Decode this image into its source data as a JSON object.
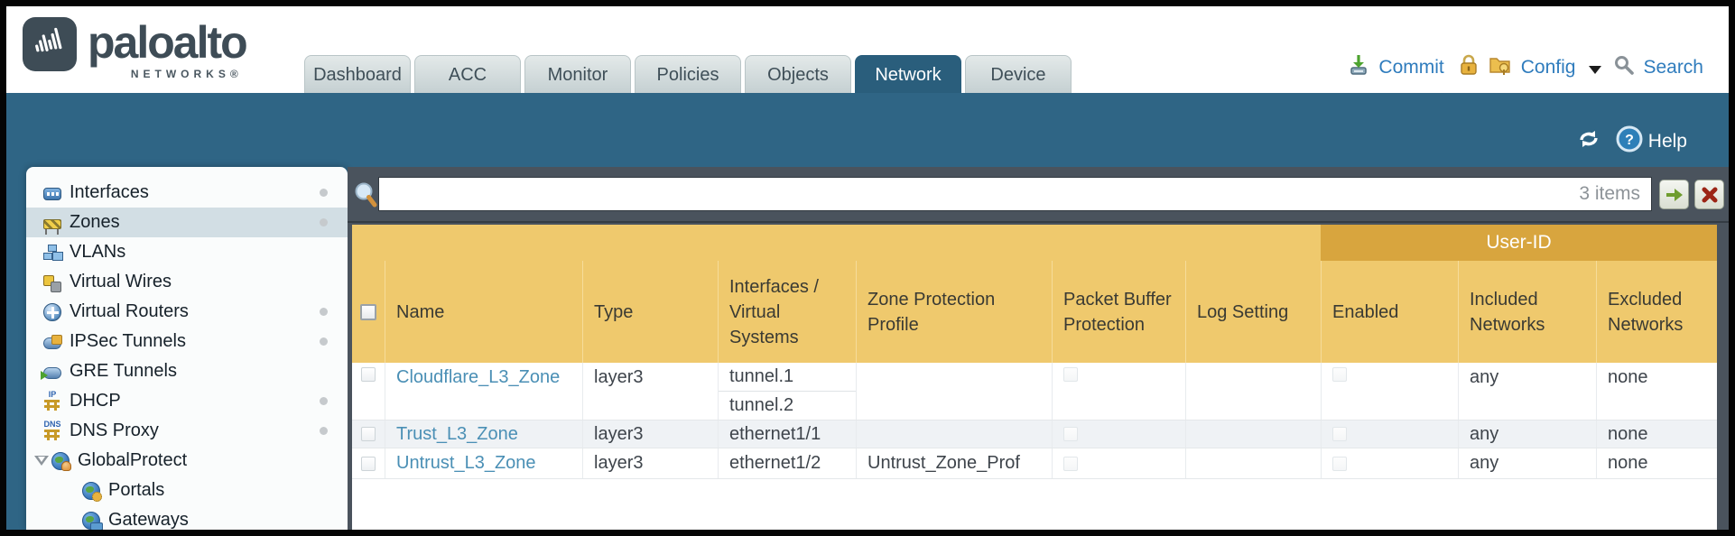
{
  "brand": {
    "name": "paloalto",
    "sub": "NETWORKS®"
  },
  "nav": {
    "tabs": [
      {
        "label": "Dashboard",
        "active": false
      },
      {
        "label": "ACC",
        "active": false
      },
      {
        "label": "Monitor",
        "active": false
      },
      {
        "label": "Policies",
        "active": false
      },
      {
        "label": "Objects",
        "active": false
      },
      {
        "label": "Network",
        "active": true
      },
      {
        "label": "Device",
        "active": false
      }
    ],
    "commit_label": "Commit",
    "config_label": "Config",
    "search_label": "Search"
  },
  "toolbar": {
    "help_label": "Help",
    "help_glyph": "?"
  },
  "filter": {
    "value": "",
    "count_label": "3 items"
  },
  "sidebar": {
    "items": [
      {
        "label": "Interfaces"
      },
      {
        "label": "Zones"
      },
      {
        "label": "VLANs"
      },
      {
        "label": "Virtual Wires"
      },
      {
        "label": "Virtual Routers"
      },
      {
        "label": "IPSec Tunnels"
      },
      {
        "label": "GRE Tunnels"
      },
      {
        "label": "DHCP",
        "glyph": "IP"
      },
      {
        "label": "DNS Proxy",
        "glyph": "DNS"
      },
      {
        "label": "GlobalProtect"
      },
      {
        "label": "Portals"
      },
      {
        "label": "Gateways"
      }
    ]
  },
  "table": {
    "group_header": "User-ID",
    "columns": [
      "Name",
      "Type",
      "Interfaces / Virtual Systems",
      "Zone Protection Profile",
      "Packet Buffer Protection",
      "Log Setting",
      "Enabled",
      "Included Networks",
      "Excluded Networks"
    ],
    "rows": [
      {
        "name": "Cloudflare_L3_Zone",
        "type": "layer3",
        "interfaces": [
          "tunnel.1",
          "tunnel.2"
        ],
        "zone_protection_profile": "",
        "log_setting": "",
        "included_networks": "any",
        "excluded_networks": "none"
      },
      {
        "name": "Trust_L3_Zone",
        "type": "layer3",
        "interfaces": [
          "ethernet1/1"
        ],
        "zone_protection_profile": "",
        "log_setting": "",
        "included_networks": "any",
        "excluded_networks": "none"
      },
      {
        "name": "Untrust_L3_Zone",
        "type": "layer3",
        "interfaces": [
          "ethernet1/2"
        ],
        "zone_protection_profile": "Untrust_Zone_Prof",
        "log_setting": "",
        "included_networks": "any",
        "excluded_networks": "none"
      }
    ]
  },
  "colors": {
    "teal_band": "#2f6585",
    "active_tab": "#2a5e7c",
    "toolbar_gray": "#4a535d",
    "header_gold": "#efc96d",
    "userid_gold": "#d8a53e",
    "link_blue": "#4a8fb5",
    "action_blue": "#2f7cbd"
  }
}
